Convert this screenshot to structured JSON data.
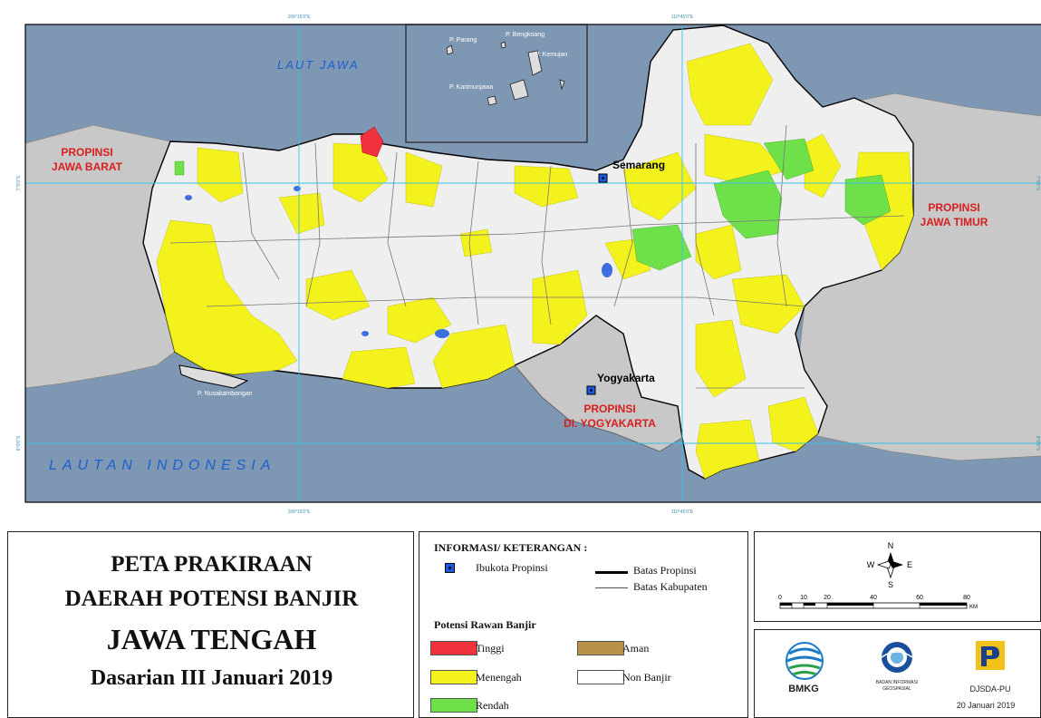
{
  "map": {
    "graticule": {
      "top_left": "109°15'0\"E",
      "top_right": "110°45'0\"E",
      "bottom_left": "109°15'0\"E",
      "bottom_right": "110°45'0\"E",
      "left_upper": "7°0'0\"S",
      "left_lower": "8°0'0\"S",
      "right_upper": "7°0'0\"S",
      "right_lower": "8°0'0\"S"
    },
    "seas": {
      "north": "LAUT JAWA",
      "south": "LAUTAN INDONESIA"
    },
    "provinces": {
      "west_line1": "PROPINSI",
      "west_line2": "JAWA BARAT",
      "east_line1": "PROPINSI",
      "east_line2": "JAWA TIMUR",
      "south_line1": "PROPINSI",
      "south_line2": "DI. YOGYAKARTA"
    },
    "cities": {
      "capital": "Semarang",
      "other": "Yogyakarta"
    },
    "islands": [
      "P. Parang",
      "P. Bengkoang",
      "P. Kemujan",
      "P. Karimunjawa",
      "P. Nusakambangan"
    ],
    "colors": {
      "sea": "#7e97b3",
      "land_outside": "#c8c8c8",
      "non_banjir": "#efefef",
      "menengah": "#f4f21c",
      "rendah": "#6ee04a",
      "tinggi": "#f0323c",
      "aman": "#b89048",
      "water": "#3b6fe0",
      "graticule": "#39c1e6",
      "province_label": "#d81e1e"
    }
  },
  "title": {
    "line1": "PETA PRAKIRAAN",
    "line2": "DAERAH POTENSI BANJIR",
    "line3": "JAWA TENGAH",
    "line4": "Dasarian III Januari 2019"
  },
  "legend": {
    "heading": "INFORMASI/ KETERANGAN :",
    "capital_label": "Ibukota Propinsi",
    "prov_border_label": "Batas Propinsi",
    "kab_border_label": "Batas Kabupaten",
    "risk_heading": "Potensi Rawan Banjir",
    "items": [
      {
        "label": "Tinggi",
        "color": "#f0323c"
      },
      {
        "label": "Menengah",
        "color": "#f4f21c"
      },
      {
        "label": "Rendah",
        "color": "#6ee04a"
      },
      {
        "label": "Aman",
        "color": "#b89048"
      },
      {
        "label": "Non Banjir",
        "color": "#ffffff"
      }
    ]
  },
  "compass": {
    "n": "N",
    "s": "S",
    "e": "E",
    "w": "W"
  },
  "scalebar": {
    "ticks": [
      "0",
      "10",
      "20",
      "40",
      "60",
      "80"
    ],
    "unit": "KM"
  },
  "logos": {
    "bmkg": "BMKG",
    "big_line1": "BADAN INFORMASI",
    "big_line2": "GEOSPASIAL",
    "pu": "DJSDA-PU",
    "date": "20 Januari 2019"
  }
}
